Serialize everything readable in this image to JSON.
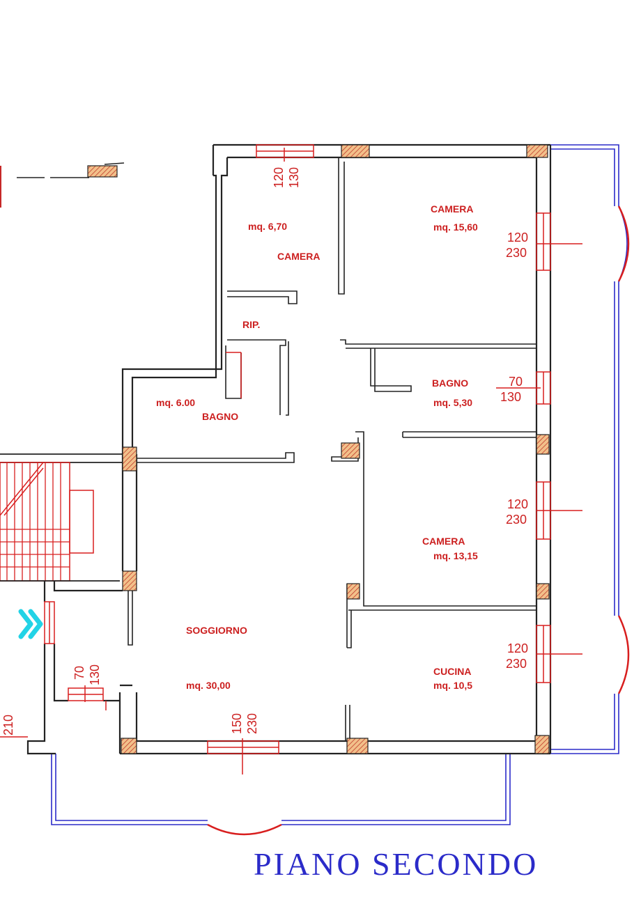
{
  "title": "PIANO SECONDO",
  "rooms": {
    "camera_small": {
      "name": "CAMERA",
      "area": "mq. 6,70"
    },
    "camera_top_right": {
      "name": "CAMERA",
      "area": "mq. 15,60"
    },
    "rip": {
      "name": "RIP."
    },
    "bagno_right": {
      "name": "BAGNO",
      "area": "mq. 5,30"
    },
    "bagno_left": {
      "name": "BAGNO",
      "area": "mq. 6.00"
    },
    "camera_mid_right": {
      "name": "CAMERA",
      "area": "mq. 13,15"
    },
    "soggiorno": {
      "name": "SOGGIORNO",
      "area": "mq. 30,00"
    },
    "cucina": {
      "name": "CUCINA",
      "area": "mq. 10,5"
    }
  },
  "openings": {
    "top_window": {
      "width": "120",
      "height": "130"
    },
    "camera_top_right_window": {
      "width": "120",
      "height": "230"
    },
    "bagno_right_window": {
      "width": "70",
      "height": "130"
    },
    "camera_mid_right_window": {
      "width": "120",
      "height": "230"
    },
    "cucina_window": {
      "width": "120",
      "height": "230"
    },
    "entry_window": {
      "width": "70",
      "height": "130"
    },
    "soggiorno_window": {
      "width": "150",
      "height": "230"
    },
    "left_edge_dim": "210"
  },
  "colors": {
    "walls": "#222222",
    "dimensions": "#cc1f1f",
    "balcony": "#2b2bc9",
    "arrow": "#22d3e6"
  }
}
